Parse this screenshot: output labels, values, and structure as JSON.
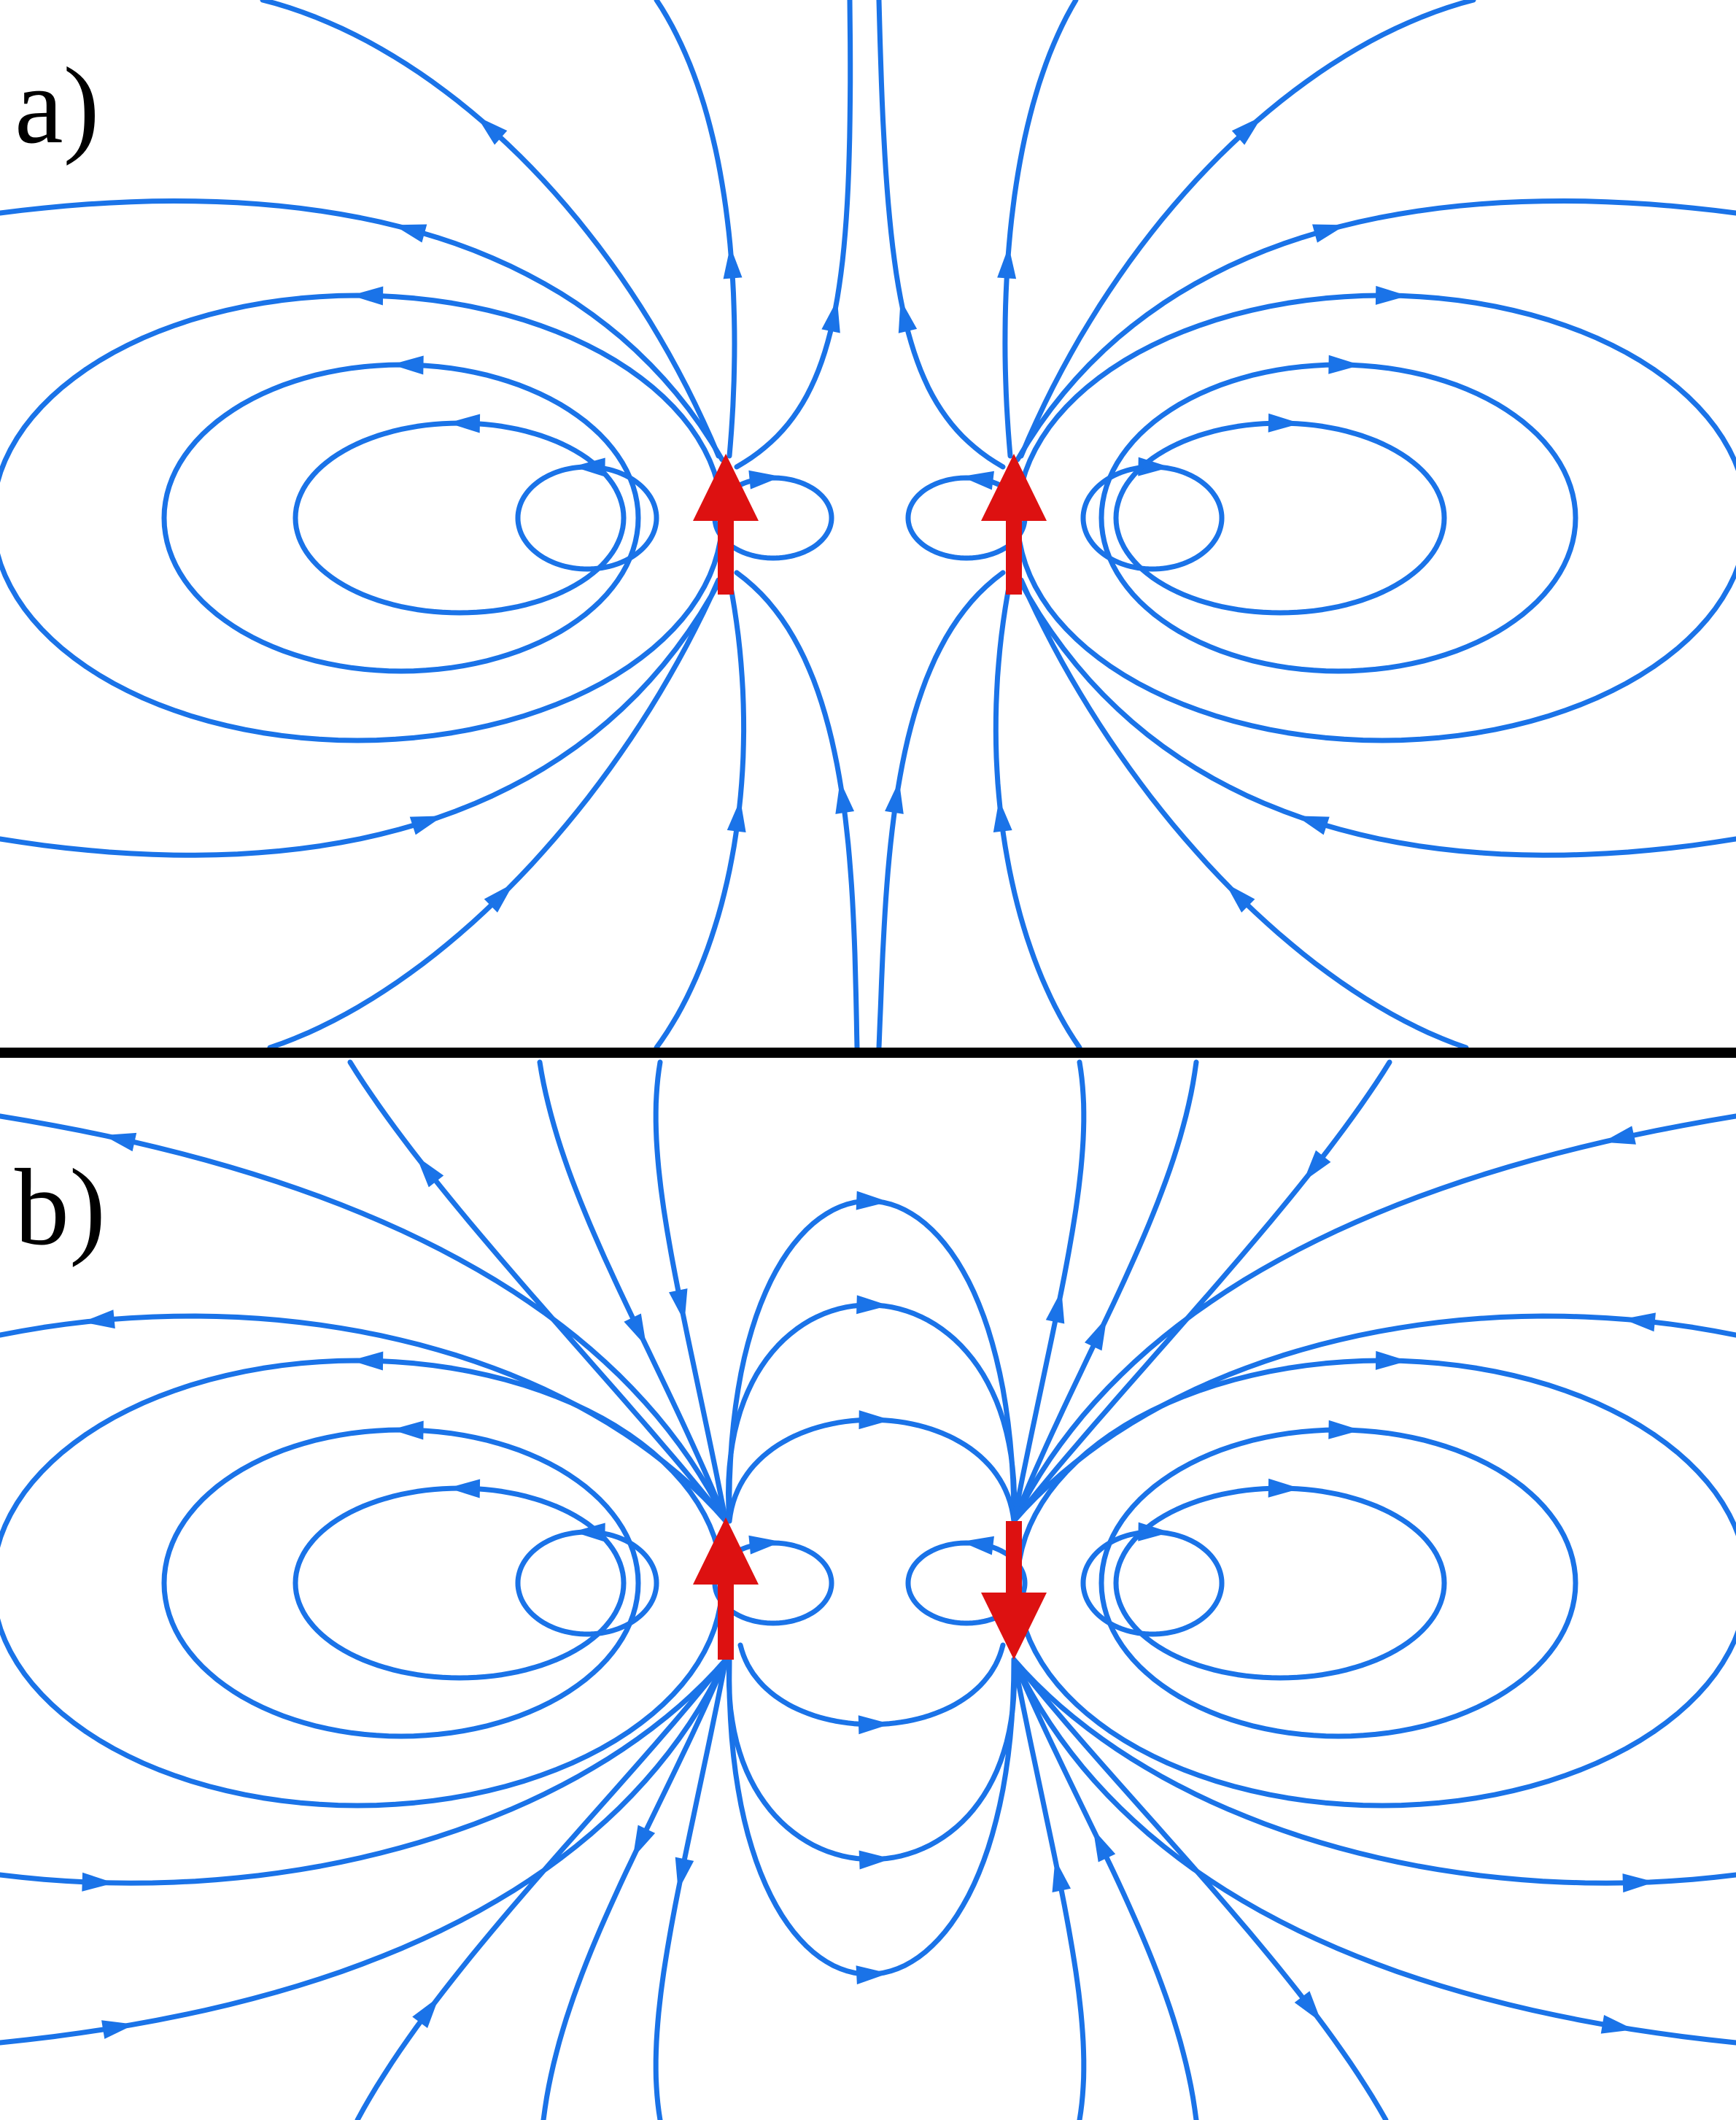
{
  "panels": [
    {
      "id": "a",
      "label": "a)",
      "moment_directions": [
        "up",
        "up"
      ]
    },
    {
      "id": "b",
      "label": "b)",
      "moment_directions": [
        "up",
        "down"
      ]
    }
  ],
  "colors": {
    "field_line": "#1a73e8",
    "moment_arrow": "#dd1111",
    "divider": "#000000",
    "background": "#ffffff"
  }
}
